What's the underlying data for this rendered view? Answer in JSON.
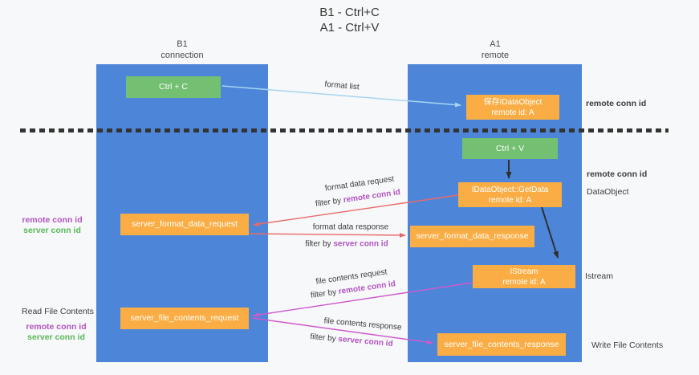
{
  "title": {
    "line1": "B1 - Ctrl+C",
    "line2": "A1 - Ctrl+V"
  },
  "lanes": {
    "b1": {
      "name": "B1",
      "subtitle": "connection"
    },
    "a1": {
      "name": "A1",
      "subtitle": "remote"
    }
  },
  "boxes": {
    "ctrl_c": {
      "label": "Ctrl + C"
    },
    "save_dataobject": {
      "line1": "保存IDataObject",
      "line2": "remote id: A"
    },
    "ctrl_v": {
      "label": "Ctrl + V"
    },
    "getdata": {
      "line1": "IDataObject::GetData",
      "line2": "remote id: A"
    },
    "server_format_data_request": {
      "label": "server_format_data_request"
    },
    "server_format_data_response": {
      "label": "server_format_data_response"
    },
    "istream": {
      "line1": "IStream",
      "line2": "remote id: A"
    },
    "server_file_contents_request": {
      "label": "server_file_contents_request"
    },
    "server_file_contents_response": {
      "label": "server_file_contents_response"
    }
  },
  "arrow_labels": {
    "format_list": "format list",
    "format_data_request": "format data request",
    "format_data_response": "format data response",
    "file_contents_request": "file contents request",
    "file_contents_response": "file contents response",
    "filter_by": "filter by",
    "remote_conn_id": "remote conn id",
    "server_conn_id": "server conn id"
  },
  "side_labels": {
    "left": {
      "remote_conn_id": "remote conn id",
      "server_conn_id": "server conn id",
      "read_file_contents": "Read File Contents"
    },
    "right": {
      "remote_conn_id": "remote conn id",
      "dataobject": "DataObject",
      "istream": "Istream",
      "write_file_contents": "Write File Contents"
    }
  },
  "colors": {
    "lane_blue": "#4d86d8",
    "box_green": "#73c073",
    "box_orange": "#f9ad44",
    "arrow_light_blue": "#a5d5f2",
    "arrow_red": "#e96a6a",
    "arrow_magenta": "#cf5ace",
    "arrow_black": "#2f2f2f",
    "label_purple": "#b153c1",
    "label_green": "#57b857"
  }
}
